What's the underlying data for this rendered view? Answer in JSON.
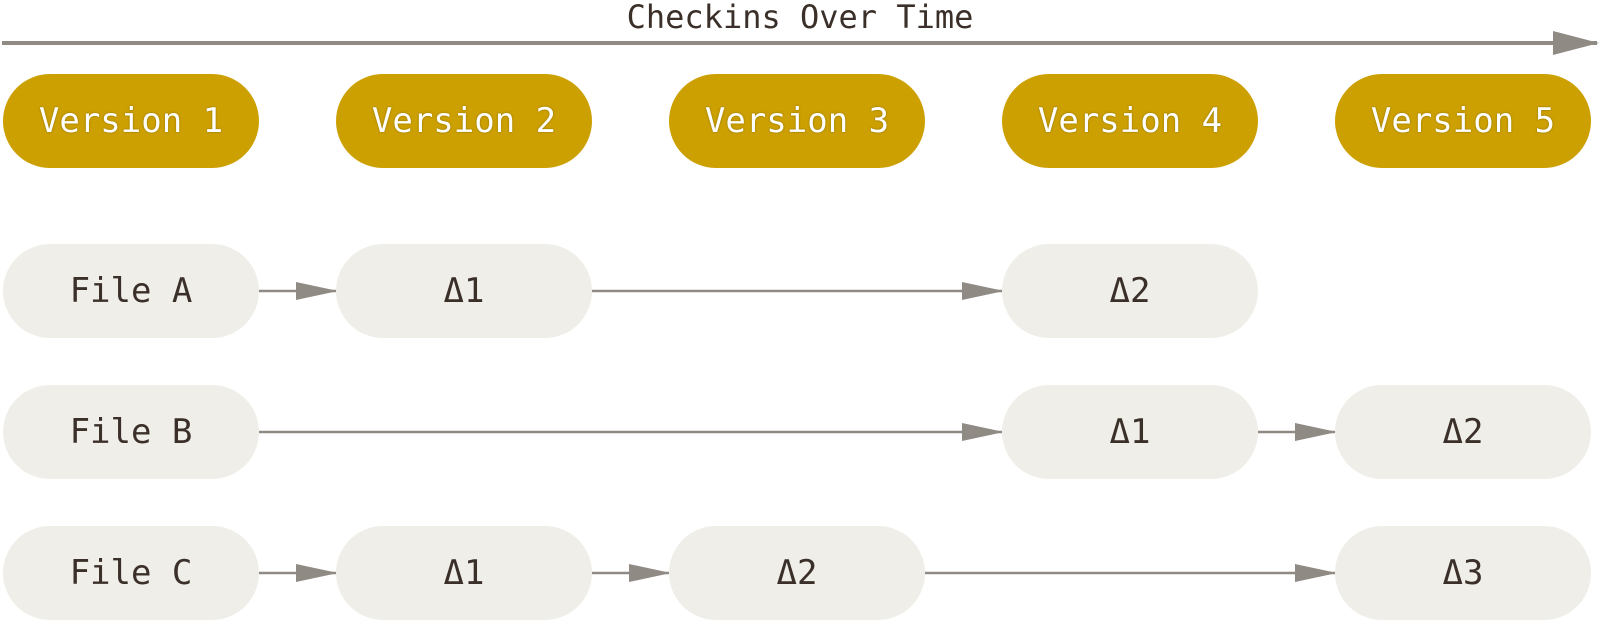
{
  "title": "Checkins Over Time",
  "versions": [
    "Version 1",
    "Version 2",
    "Version 3",
    "Version 4",
    "Version 5"
  ],
  "rows": {
    "file_a": {
      "label": "File A",
      "v2": "Δ1",
      "v4": "Δ2"
    },
    "file_b": {
      "label": "File B",
      "v4": "Δ1",
      "v5": "Δ2"
    },
    "file_c": {
      "label": "File C",
      "v2": "Δ1",
      "v3": "Δ2",
      "v5": "Δ3"
    }
  },
  "colors": {
    "version_fill": "#cda001",
    "file_fill": "#efeee8",
    "arrow": "#908a84",
    "text": "#3b3029"
  }
}
